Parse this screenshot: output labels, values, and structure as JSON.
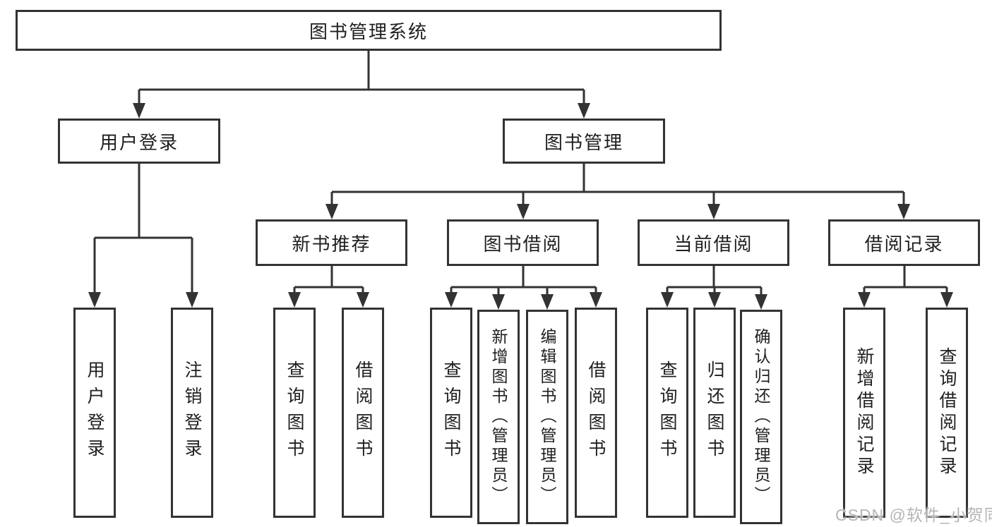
{
  "diagram": {
    "root": "图书管理系统",
    "user_branch": {
      "label": "用户登录",
      "children": [
        "用户登录",
        "注销登录"
      ]
    },
    "book_branch": {
      "label": "图书管理",
      "groups": [
        {
          "label": "新书推荐",
          "children": [
            "查询图书",
            "借阅图书"
          ]
        },
        {
          "label": "图书借阅",
          "children": [
            "查询图书",
            "新增图书（管理员）",
            "编辑图书（管理员）",
            "借阅图书"
          ]
        },
        {
          "label": "当前借阅",
          "children": [
            "查询图书",
            "归还图书",
            "确认归还（管理员）"
          ]
        },
        {
          "label": "借阅记录",
          "children": [
            "新增借阅记录",
            "查询借阅记录"
          ]
        }
      ]
    }
  },
  "watermark": "CSDN @软件_小贺同学"
}
